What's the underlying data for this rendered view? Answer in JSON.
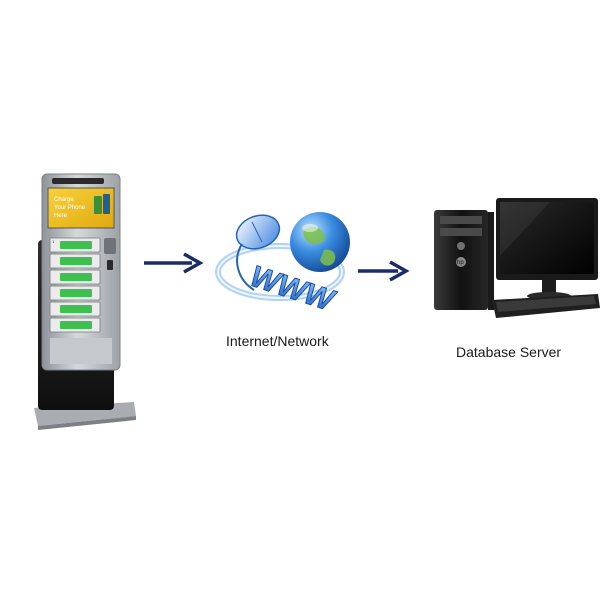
{
  "diagram": {
    "nodes": {
      "kiosk": {
        "screen_text": [
          "Charge",
          "Your Phone",
          "Here"
        ]
      },
      "network": {
        "label": "Internet/Network",
        "logo_text": "WWW"
      },
      "server": {
        "label": "Database Server",
        "brand_text": "hp"
      }
    },
    "colors": {
      "arrow": "#1a2d6b",
      "kiosk_body": "#b9bdc2",
      "kiosk_slot_indicator": "#3fbf4f",
      "kiosk_screen": "#f2c21b",
      "globe_blue": "#2f7ad6",
      "www_blue": "#2a78e0",
      "server_black": "#151515"
    }
  }
}
